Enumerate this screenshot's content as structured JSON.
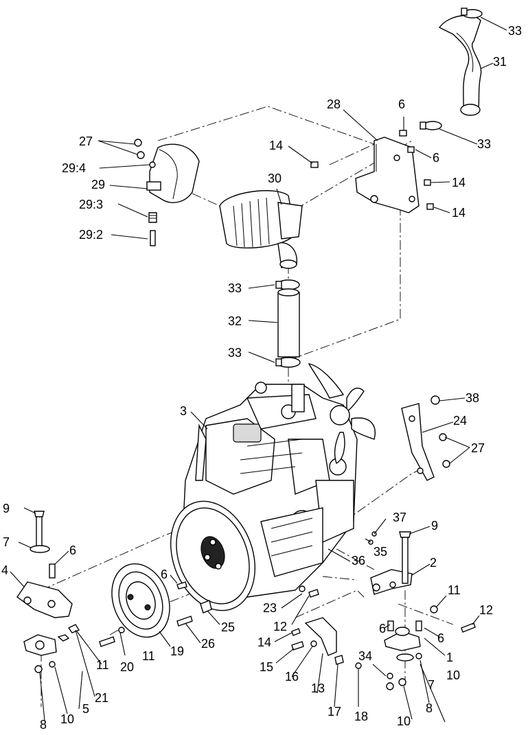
{
  "labels": {
    "l1": "1",
    "l2": "2",
    "l3": "3",
    "l4": "4",
    "l5": "5",
    "l6": "6",
    "l7": "7",
    "l8": "8",
    "l9": "9",
    "l10": "10",
    "l11": "11",
    "l12": "12",
    "l13": "13",
    "l14": "14",
    "l15": "15",
    "l16": "16",
    "l17": "17",
    "l18": "18",
    "l19": "19",
    "l20": "20",
    "l21": "21",
    "l23": "23",
    "l24": "24",
    "l25": "25",
    "l26": "26",
    "l27": "27",
    "l28": "28",
    "l29": "29",
    "l29_2": "29:2",
    "l29_3": "29:3",
    "l29_4": "29:4",
    "l30": "30",
    "l31": "31",
    "l32": "32",
    "l33": "33",
    "l34": "34",
    "l35": "35",
    "l36": "36",
    "l37": "37",
    "l38": "38"
  },
  "colors": {
    "ink": "#000000",
    "paper": "#ffffff"
  }
}
